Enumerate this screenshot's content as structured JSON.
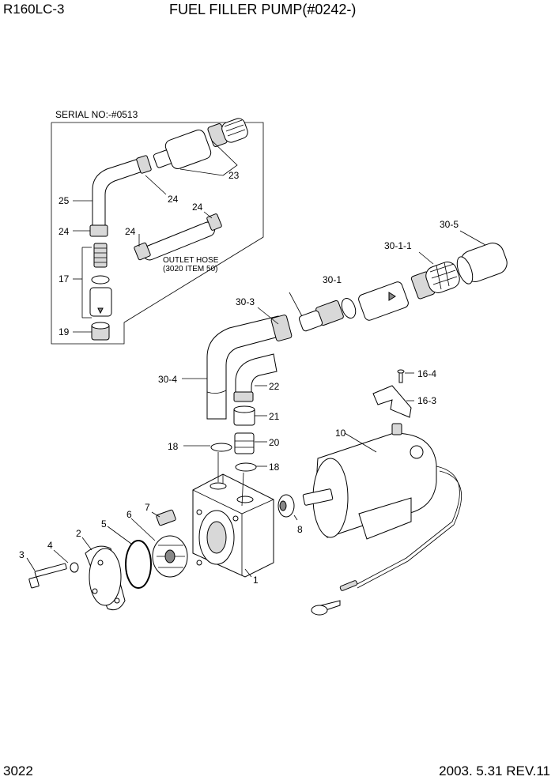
{
  "header": {
    "model": "R160LC-3",
    "title": "FUEL FILLER PUMP(#0242-)"
  },
  "footer": {
    "page": "3022",
    "revision": "2003. 5.31  REV.11"
  },
  "inset": {
    "serial": "SERIAL NO:-#0513",
    "outlet_line1": "OUTLET HOSE",
    "outlet_line2": "(3020 ITEM 50)"
  },
  "callouts": {
    "c23": "23",
    "c24a": "24",
    "c25": "25",
    "c24b": "24",
    "c24c": "24",
    "c24d": "24",
    "c17": "17",
    "c19": "19",
    "c30_5": "30-5",
    "c30_1_1": "30-1-1",
    "c30_1": "30-1",
    "c30_3": "30-3",
    "c30_4": "30-4",
    "c22": "22",
    "c21": "21",
    "c20": "20",
    "c18a": "18",
    "c18b": "18",
    "c16_4": "16-4",
    "c16_3": "16-3",
    "c10": "10",
    "c8": "8",
    "c7": "7",
    "c6": "6",
    "c5": "5",
    "c2": "2",
    "c4": "4",
    "c3": "3",
    "c1": "1"
  }
}
